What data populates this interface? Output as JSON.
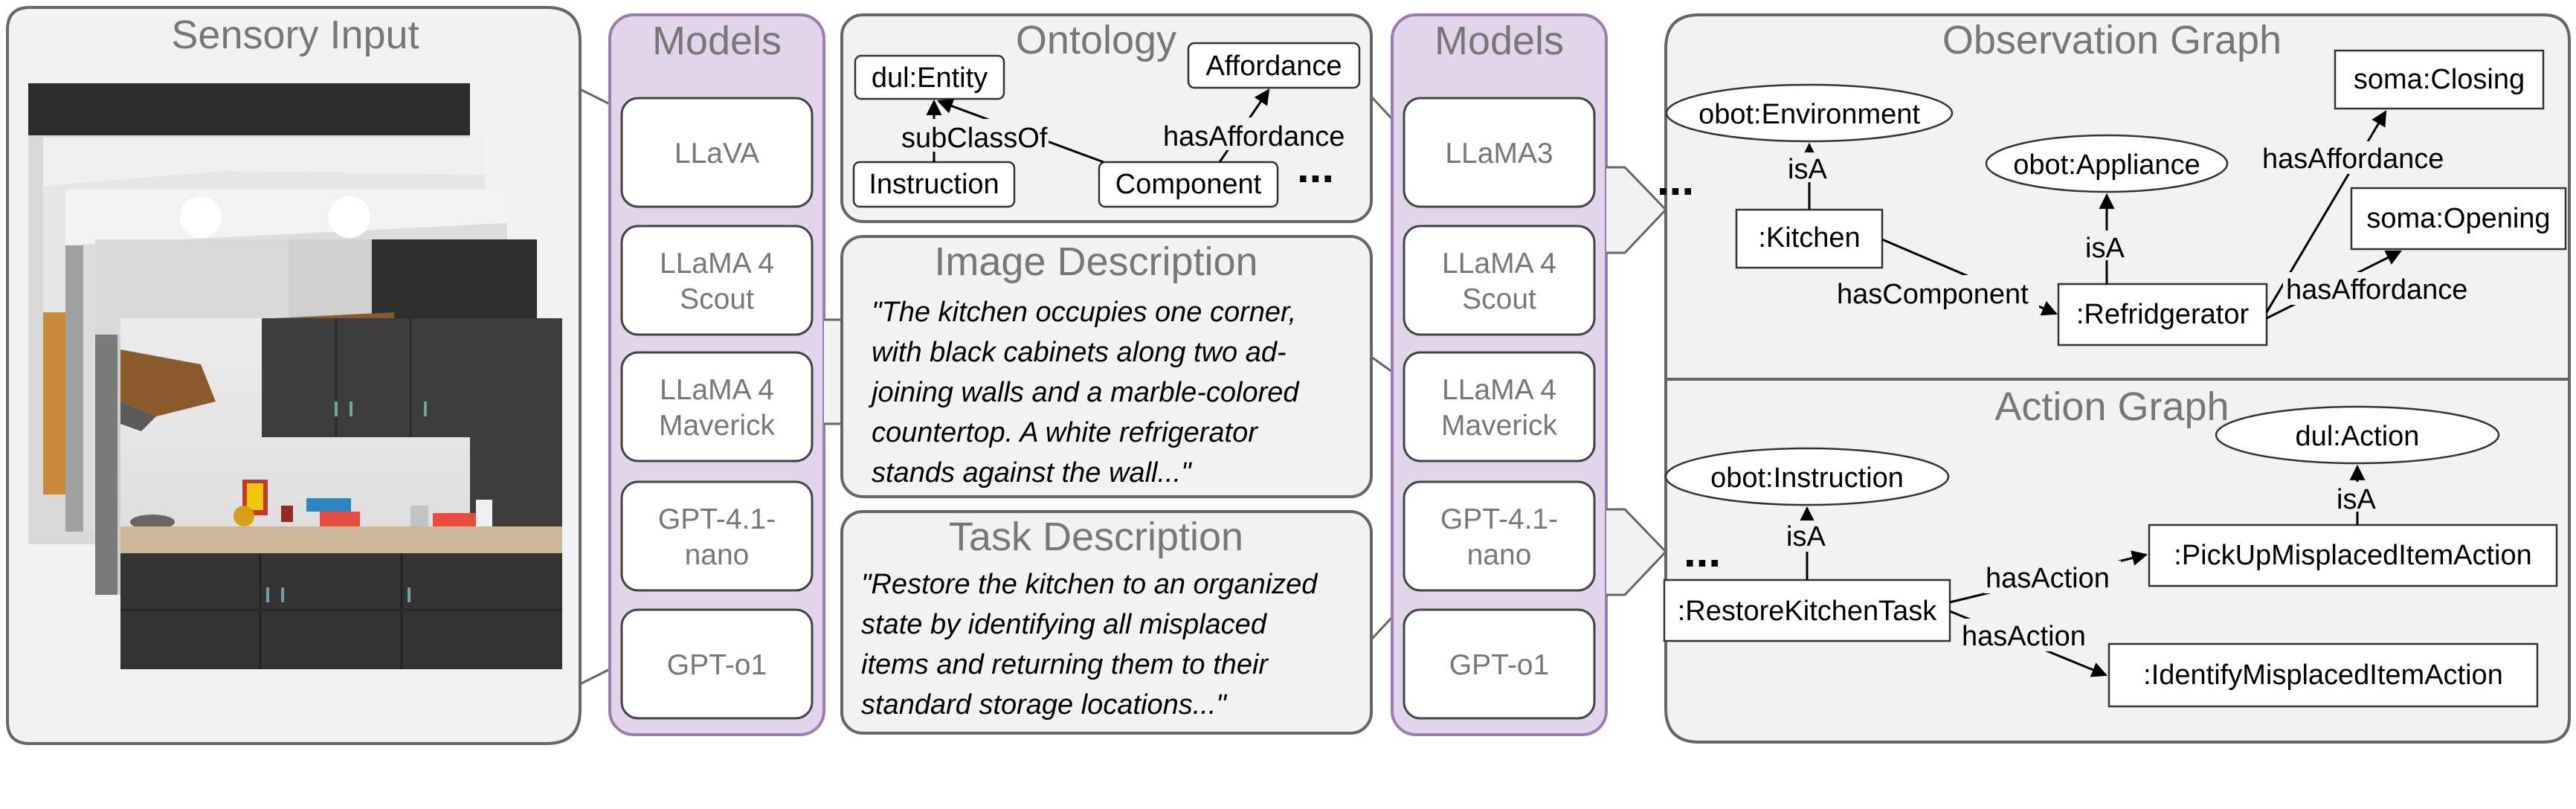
{
  "sensory": {
    "title": "Sensory Input"
  },
  "models_left": {
    "title": "Models",
    "items": [
      [
        "LLaVA"
      ],
      [
        "LLaMA 4",
        "Scout"
      ],
      [
        "LLaMA 4",
        "Maverick"
      ],
      [
        "GPT-4.1-",
        "nano"
      ],
      [
        "GPT-o1"
      ]
    ]
  },
  "ontology": {
    "title": "Ontology",
    "nodes": {
      "entity": "dul:Entity",
      "affordance": "Affordance",
      "instruction": "Instruction",
      "component": "Component"
    },
    "edges": {
      "subclass": "subClassOf",
      "has_affordance": "hasAffordance"
    },
    "more": "..."
  },
  "image_description": {
    "title": "Image Description",
    "lines": [
      "\"The kitchen occupies one corner,",
      "with black cabinets along two ad-",
      "joining walls and a marble-colored",
      "countertop. A white refrigerator",
      "stands against the wall...\""
    ]
  },
  "task_description": {
    "title": "Task Description",
    "lines": [
      "\"Restore the kitchen to an organized",
      "state by identifying all misplaced",
      "items and returning them to their",
      "standard storage locations...\""
    ]
  },
  "models_right": {
    "title": "Models",
    "items": [
      [
        "LLaMA3"
      ],
      [
        "LLaMA 4",
        "Scout"
      ],
      [
        "LLaMA 4",
        "Maverick"
      ],
      [
        "GPT-4.1-",
        "nano"
      ],
      [
        "GPT-o1"
      ]
    ]
  },
  "observation_graph": {
    "title": "Observation Graph",
    "nodes": {
      "environment": "obot:Environment",
      "kitchen": ":Kitchen",
      "appliance": "obot:Appliance",
      "refrigerator": ":Refridgerator",
      "closing": "soma:Closing",
      "opening": "soma:Opening"
    },
    "edges": {
      "isa1": "isA",
      "isa2": "isA",
      "has_component": "hasComponent",
      "has_affordance1": "hasAffordance",
      "has_affordance2": "hasAffordance"
    },
    "more": "..."
  },
  "action_graph": {
    "title": "Action Graph",
    "nodes": {
      "instruction": "obot:Instruction",
      "task": ":RestoreKitchenTask",
      "action": "dul:Action",
      "pickup": ":PickUpMisplacedItemAction",
      "identify": ":IdentifyMisplacedItemAction"
    },
    "edges": {
      "isa1": "isA",
      "isa2": "isA",
      "has_action1": "hasAction",
      "has_action2": "hasAction"
    },
    "more": "..."
  },
  "colors": {
    "panel_fill": "#f2f2f2",
    "panel_stroke": "#666666",
    "models_fill": "#e2d4ea",
    "models_stroke": "#9b7bb0",
    "title_text": "#777777"
  }
}
